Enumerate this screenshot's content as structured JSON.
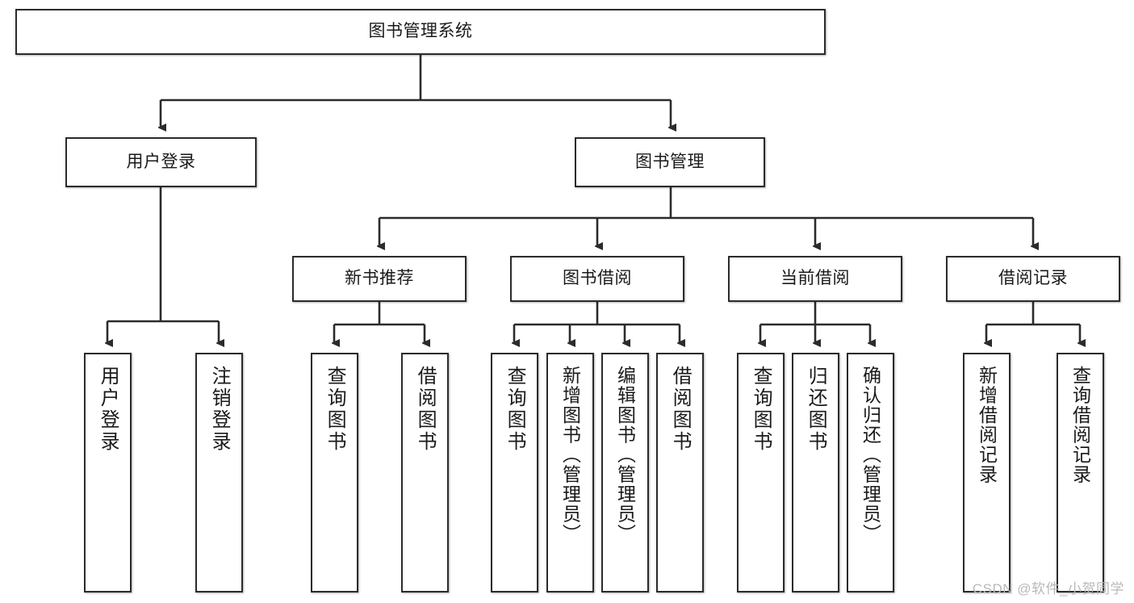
{
  "diagram": {
    "type": "tree-hierarchy",
    "title": "图书管理系统",
    "watermark": "CSDN @软件_小贺同学",
    "colors": {
      "node_border": "#2b2b2b",
      "node_fill": "#ffffff",
      "edge": "#2b2b2b",
      "text": "#1a1a1a",
      "watermark": "#b9b9b9",
      "background": "#ffffff"
    }
  },
  "nodes": {
    "root": {
      "label": "图书管理系统",
      "level": 1
    },
    "level2": [
      {
        "id": "user-login",
        "label": "用户登录"
      },
      {
        "id": "book-manage",
        "label": "图书管理"
      }
    ],
    "level3": [
      {
        "id": "new-book-rec",
        "label": "新书推荐",
        "parent": "book-manage"
      },
      {
        "id": "book-borrow",
        "label": "图书借阅",
        "parent": "book-manage"
      },
      {
        "id": "current-borrow",
        "label": "当前借阅",
        "parent": "book-manage"
      },
      {
        "id": "borrow-record",
        "label": "借阅记录",
        "parent": "book-manage"
      }
    ],
    "leaves": {
      "user-login": [
        {
          "id": "leaf-user-login",
          "label": "用户登录"
        },
        {
          "id": "leaf-user-logout",
          "label": "注销登录"
        }
      ],
      "new-book-rec": [
        {
          "id": "leaf-query-book-1",
          "label": "查询图书"
        },
        {
          "id": "leaf-borrow-book-1",
          "label": "借阅图书"
        }
      ],
      "book-borrow": [
        {
          "id": "leaf-query-book-2",
          "label": "查询图书"
        },
        {
          "id": "leaf-add-book",
          "label": "新增图书（管理员）"
        },
        {
          "id": "leaf-edit-book",
          "label": "编辑图书（管理员）"
        },
        {
          "id": "leaf-borrow-book-2",
          "label": "借阅图书"
        }
      ],
      "current-borrow": [
        {
          "id": "leaf-query-book-3",
          "label": "查询图书"
        },
        {
          "id": "leaf-return-book",
          "label": "归还图书"
        },
        {
          "id": "leaf-confirm-return",
          "label": "确认归还（管理员）"
        }
      ],
      "borrow-record": [
        {
          "id": "leaf-add-record",
          "label": "新增借阅记录"
        },
        {
          "id": "leaf-query-record",
          "label": "查询借阅记录"
        }
      ]
    }
  }
}
